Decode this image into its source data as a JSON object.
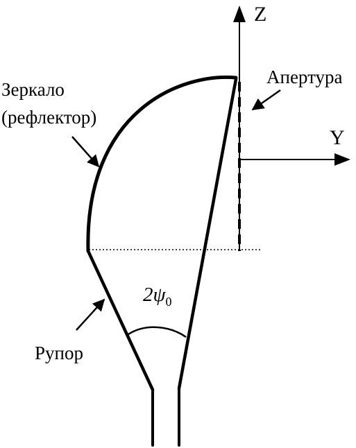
{
  "labels": {
    "axis_z": "Z",
    "axis_y": "Y",
    "mirror_line1": "Зеркало",
    "mirror_line2": "(рефлектор)",
    "aperture": "Апертура",
    "horn": "Рупор",
    "angle_main": "2ψ",
    "angle_sub": "0"
  },
  "colors": {
    "ink": "#000000",
    "background": "#ffffff"
  }
}
